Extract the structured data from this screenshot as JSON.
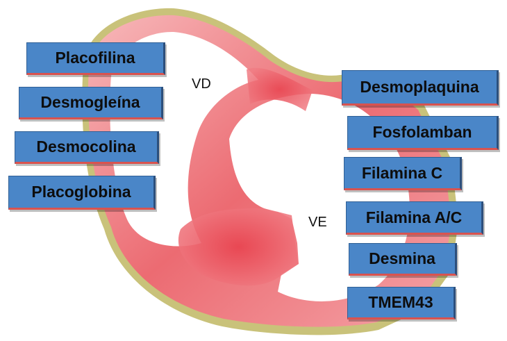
{
  "chambers": {
    "right_ventricle": "VD",
    "left_ventricle": "VE"
  },
  "proteins_left": [
    "Placofilina",
    "Desmogleína",
    "Desmocolina",
    "Placoglobina"
  ],
  "proteins_right": [
    "Desmoplaquina",
    "Fosfolamban",
    "Filamina C",
    "Filamina A/C",
    "Desmina",
    "TMEM43"
  ],
  "colors": {
    "box_fill": "#4a86c8",
    "myocardium": "#e8545f",
    "epicardium": "#c9c27a"
  }
}
